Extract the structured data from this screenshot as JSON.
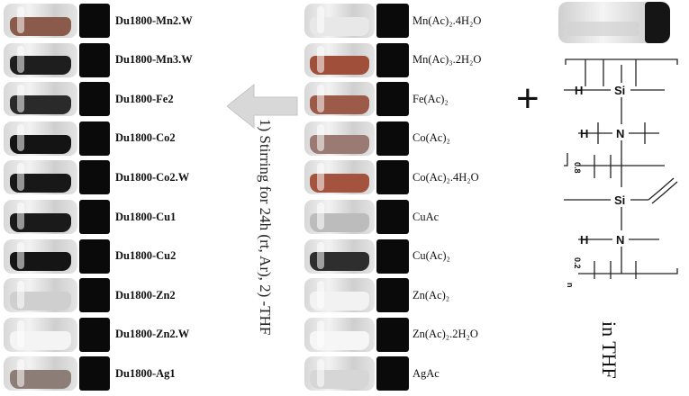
{
  "products": [
    {
      "label": "Du1800-Mn2.W",
      "color": "#8a5a4a"
    },
    {
      "label": "Du1800-Mn3.W",
      "color": "#1e1e1e"
    },
    {
      "label": "Du1800-Fe2",
      "color": "#2a2a2a"
    },
    {
      "label": "Du1800-Co2",
      "color": "#141414"
    },
    {
      "label": "Du1800-Co2.W",
      "color": "#181818"
    },
    {
      "label": "Du1800-Cu1",
      "color": "#1a1a1a"
    },
    {
      "label": "Du1800-Cu2",
      "color": "#151515"
    },
    {
      "label": "Du1800-Zn2",
      "color": "#cfcfcf"
    },
    {
      "label": "Du1800-Zn2.W",
      "color": "#f4f4f4"
    },
    {
      "label": "Du1800-Ag1",
      "color": "#8c7d76"
    }
  ],
  "precursors": [
    {
      "label": "Mn(Ac)₂.4H₂O",
      "color": "#e8e8e8"
    },
    {
      "label": "Mn(Ac)₃.2H₂O",
      "color": "#a0503a"
    },
    {
      "label": "Fe(Ac)₂",
      "color": "#9c5a48"
    },
    {
      "label": "Co(Ac)₂",
      "color": "#9a7a72"
    },
    {
      "label": "Co(Ac)₂.4H₂O",
      "color": "#a4533e"
    },
    {
      "label": "CuAc",
      "color": "#bcbcbc"
    },
    {
      "label": "Cu(Ac)₂",
      "color": "#2e2e2e"
    },
    {
      "label": "Zn(Ac)₂",
      "color": "#f2f2f2"
    },
    {
      "label": "Zn(Ac)₂.2H₂O",
      "color": "#f6f6f6"
    },
    {
      "label": "AgAc",
      "color": "#d6d6d6"
    }
  ],
  "conditions": "1) Stirring for 24h (rt, Ar), 2) -THF",
  "plus": "+",
  "solvent": "in THF",
  "polymer": {
    "si": "Si",
    "h": "H",
    "n": "N",
    "sub1": "0.8",
    "sub2": "0.2",
    "subn": "n"
  }
}
